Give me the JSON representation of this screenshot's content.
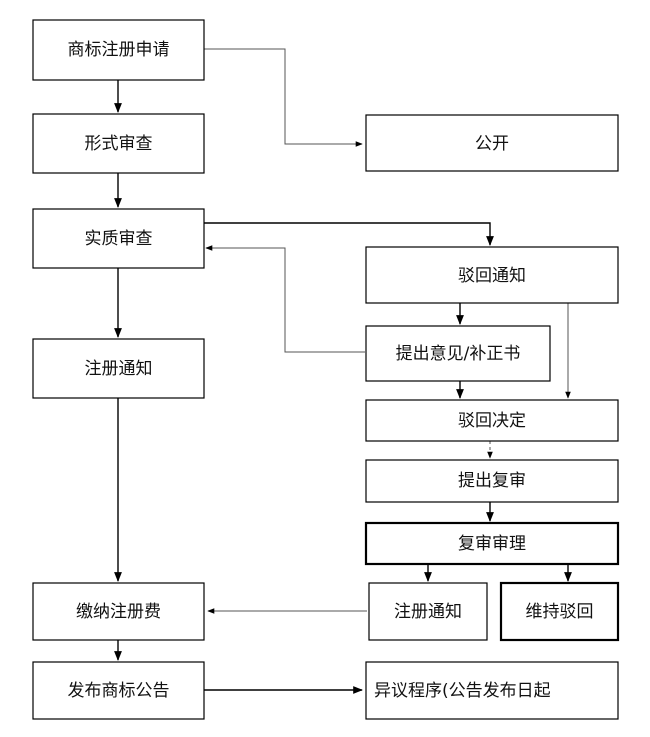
{
  "nodes": {
    "application": "商标注册申请",
    "formal_exam": "形式审查",
    "publication": "公开",
    "substantive_exam": "实质审查",
    "rejection_notice": "驳回通知",
    "submit_opinion": "提出意见/补正书",
    "registration_notice_left": "注册通知",
    "rejection_decision": "驳回决定",
    "request_review": "提出复审",
    "review_hearing": "复审审理",
    "registration_notice_right": "注册通知",
    "uphold_rejection": "维持驳回",
    "pay_fee": "缴纳注册费",
    "publish_announcement": "发布商标公告",
    "opposition": "异议程序(公告发布日起"
  }
}
